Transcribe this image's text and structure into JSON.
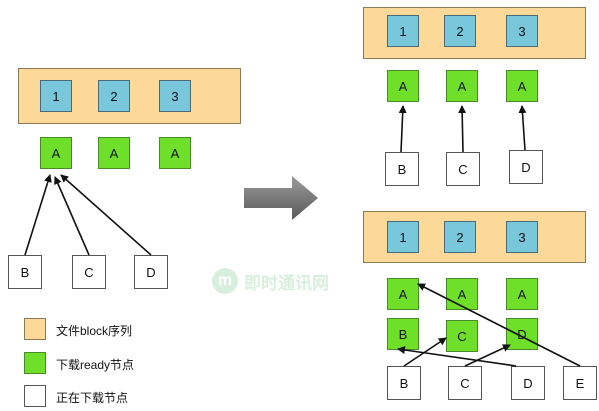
{
  "left": {
    "blocks": [
      "1",
      "2",
      "3"
    ],
    "ready": [
      "A",
      "A",
      "A"
    ],
    "downloading": [
      "B",
      "C",
      "D"
    ]
  },
  "right_top": {
    "blocks": [
      "1",
      "2",
      "3"
    ],
    "ready": [
      "A",
      "A",
      "A"
    ],
    "downloading": [
      "B",
      "C",
      "D"
    ]
  },
  "right_bottom": {
    "blocks": [
      "1",
      "2",
      "3"
    ],
    "ready_row1": [
      "A",
      "A",
      "A"
    ],
    "ready_row2": [
      "B",
      "C",
      "D"
    ],
    "downloading": [
      "B",
      "C",
      "D",
      "E"
    ]
  },
  "legend": [
    {
      "label": "文件block序列",
      "color": "#fcd999"
    },
    {
      "label": "下载ready节点",
      "color": "#6ee02a"
    },
    {
      "label": "正在下载节点",
      "color": "#ffffff"
    }
  ],
  "watermark": "即时通讯网"
}
